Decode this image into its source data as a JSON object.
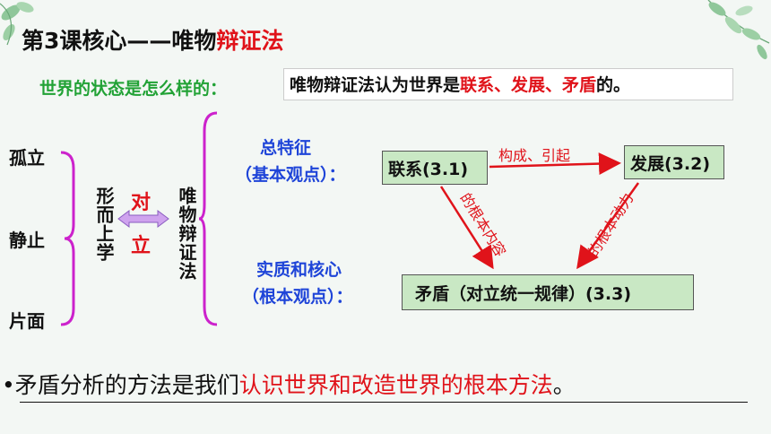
{
  "title": {
    "prefix": "第3课核心——唯物",
    "highlight": "辩证法"
  },
  "question": "世界的状态是怎么样的：",
  "answer": {
    "prefix": "唯物辩证法认为世界是",
    "highlight": "联系、发展、矛盾",
    "suffix": "的。"
  },
  "metaphysics_traits": [
    "孤立",
    "静止",
    "片面"
  ],
  "metaphysics_label": "形而上学",
  "opposition_label": [
    "对",
    "立"
  ],
  "dialectics_label": "唯物辩证法",
  "general_feature": {
    "line1": "总特征",
    "line2": "（基本观点）："
  },
  "essence_core": {
    "line1": "实质和核心",
    "line2": "（根本观点）："
  },
  "nodes": {
    "lianxi": "联系(3.1)",
    "fazhan": "发展(3.2)",
    "maodun": "矛盾（对立统一规律）(3.3)"
  },
  "edge_labels": {
    "lianxi_to_fazhan": "构成、引起",
    "maodun_to_lianxi": "的根本内容",
    "maodun_to_fazhan": "的根本动力"
  },
  "bottom": {
    "bullet": "•",
    "prefix": "矛盾分析的方法是我们",
    "highlight": "认识世界和改造世界的根本方法",
    "suffix": "。"
  },
  "colors": {
    "accent_red": "#e0131a",
    "green": "#22a236",
    "blue": "#1e44d8",
    "box_green": "#c9e8c4",
    "magenta": "#cc22cc"
  }
}
